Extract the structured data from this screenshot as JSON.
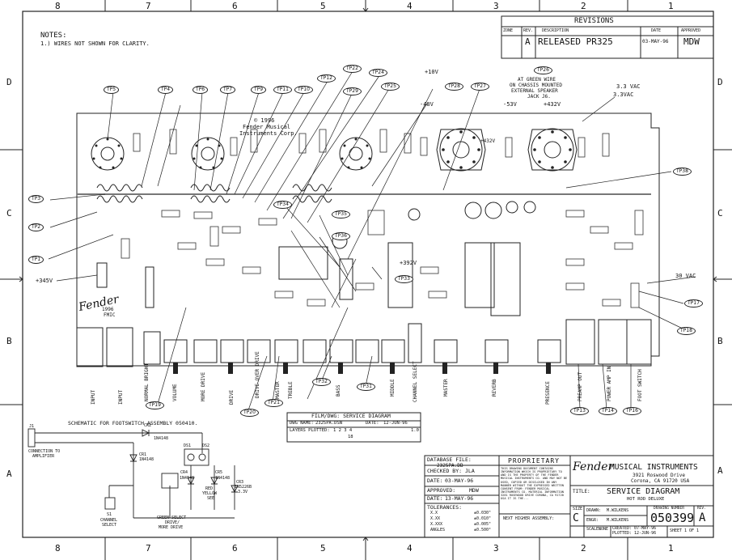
{
  "grid": {
    "columns_top": [
      "8",
      "7",
      "6",
      "5",
      "4",
      "3",
      "2",
      "1"
    ],
    "columns_bottom": [
      "8",
      "7",
      "6",
      "5",
      "4",
      "3",
      "2",
      "1"
    ],
    "rows_left": [
      "D",
      "C",
      "B",
      "A"
    ],
    "rows_right": [
      "D",
      "C",
      "B",
      "A"
    ]
  },
  "notes": {
    "title": "NOTES:",
    "line1": "1.) WIRES NOT SHOWN FOR CLARITY."
  },
  "revisions": {
    "title": "REVISIONS",
    "headers": [
      "ZONE",
      "REV.",
      "DESCRIPTION",
      "DATE",
      "APPROVED"
    ],
    "row": {
      "zone": "",
      "rev": "A",
      "description": "RELEASED PR325",
      "date": "03-MAY-96",
      "approved": "MDW"
    }
  },
  "test_points": [
    "TP5",
    "TP4",
    "TP6",
    "TP7",
    "TP9",
    "TP11",
    "TP10",
    "TP12",
    "TP22",
    "TP24",
    "TP29",
    "TP25",
    "TP28",
    "TP27",
    "TP26",
    "TP3",
    "TP2",
    "TP1",
    "TP38",
    "TP34",
    "TP35",
    "TP36",
    "TP33",
    "TP17",
    "TP18",
    "TP19",
    "TP20",
    "TP21",
    "TP32",
    "TP31",
    "TP13",
    "TP14",
    "TP16"
  ],
  "annotations": {
    "green_wire": "AT GREEN WIRE",
    "green_wire2": "ON CHASSIS MOUNTED",
    "green_wire3": "EXTERNAL SPEAKER",
    "green_wire4": "JACK J6.",
    "v10": "+10V",
    "v48": "-48V",
    "v53": "-53V",
    "v432": "+432V",
    "vac33a": "3.3 VAC",
    "vac33b": "3.3VAC",
    "v345": "+345V",
    "v392": "+392V",
    "v432b": "+432V",
    "vac30": "30 VAC",
    "copyright": "© 1996",
    "company_small": "Fender Musical",
    "company_small2": "Instruments Corp.",
    "logo": "Fender",
    "logo_year": "1996",
    "logo_sub": "FMIC"
  },
  "controls": [
    "INPUT",
    "INPUT",
    "NORMAL BRIGHT",
    "VOLUME",
    "MORE DRIVE",
    "DRIVE",
    "DRIVE OVER DRIVE",
    "MASTER",
    "TREBLE",
    "BASS",
    "MIDDLE",
    "CHANNEL SELECT",
    "MASTER",
    "REVERB",
    "PRESENCE",
    "PREAMP OUT",
    "POWER AMP IN",
    "FOOT SWITCH"
  ],
  "film": {
    "title": "FILM/DWG: SERVICE DIAGRAM",
    "dwg_label": "DWG NAME:",
    "dwg_value": "2325PA.DSN",
    "date_label": "DATE:",
    "date_value": "12-JUN-96",
    "rev_value": "1.0",
    "layers_label": "LAYERS PLOTTED:",
    "layers_value": "1  2  3  4",
    "layers_sub": "18"
  },
  "footswitch": {
    "title": "SCHEMATIC FOR FOOTSWITCH ASSEMBLY 050410.",
    "connection": "CONNECTION TO",
    "connection2": "AMPLIFIER",
    "j1": "J1",
    "cr2": "CR2",
    "cr2v": "1N4148",
    "cr1": "CR1",
    "cr1v": "1N4148",
    "s1": "S1",
    "s1sub": "CHANNEL",
    "s1sub2": "SELECT",
    "ds": "DS1",
    "ds2": "DS2",
    "cr4": "CR4",
    "cr4v": "1N4148",
    "cr5": "CR5",
    "cr5v": "1N4148",
    "cr3": "CR3",
    "cr3v": "1N5226B",
    "cr3v2": "3.3V",
    "green": "GREEN SELECT",
    "green2": "DRIVE/",
    "green3": "MORE DRIVE",
    "red": "RED",
    "yellow": "YELLOW",
    "yellow2": "SEE"
  },
  "titleblock": {
    "database_label": "DATABASE FILE:",
    "database_value": "2325PA.DB",
    "checked_label": "CHECKED BY:",
    "checked_value": "JLA",
    "checked_date_label": "DATE:",
    "checked_date_value": "03-MAY-96",
    "approved_label": "APPROVED:",
    "approved_value": "MDW",
    "approved_date_label": "DATE:",
    "approved_date_value": "13-MAY-96",
    "tolerances_label": "TOLERANCES:",
    "tol_rows": [
      [
        "X.X",
        "±0.030\""
      ],
      [
        "X.XX",
        "±0.010\""
      ],
      [
        "X.XXX",
        "±0.005\""
      ],
      [
        "ANGLES",
        "±0.500°"
      ]
    ],
    "proprietary_title": "PROPRIETARY",
    "proprietary_text": "THIS DRAWING DOCUMENT CONTAINS INFORMATION WHICH IS PROPRIETARY TO AND IS THE PROPERTY OF THE FENDER MUSICAL INSTRUMENTS CO. AND MAY NOT BE USED, COPIED OR DISCLOSED IN ANY MANNER WITHOUT THE EXPRESSED WRITTEN CONSENT FROM: FENDER MUSICAL INSTRUMENTS CO. MATERIAL INFORMATION 3281 ROSEWOOD DRIVE CORONA, CA 91720 USA IT IS THE...",
    "next_higher": "NEXT HIGHER ASSEMBLY:",
    "company_logo": "Fender",
    "company": "MUSICAL INSTRUMENTS",
    "address1": "3921 Roswood Drive",
    "address2": "Corona, CA 91720 USA",
    "title_label": "TITLE:",
    "title_value": "SERVICE DIAGRAM",
    "title_sub": "HOT ROD DELUXE",
    "size_label": "SIZE",
    "size_value": "C",
    "drawn_label": "DRAWN:",
    "drawn_value": "M.WILKENS",
    "engr_label": "ENGR:",
    "engr_value": "M.WILKENS",
    "drawing_number_label": "DRAWING NUMBER",
    "drawing_number": "050399",
    "rev_label": "REV.",
    "rev_value": "A",
    "created_label": "CREATED:",
    "created_value": "07-MAY-96",
    "plotted_label": "PLOTTED:",
    "plotted_value": "12-JUN-96",
    "scale_label": "SCALE:",
    "scale_value": "NONE",
    "sheet_label": "SHEET",
    "sheet_value": "1 OF 1"
  }
}
